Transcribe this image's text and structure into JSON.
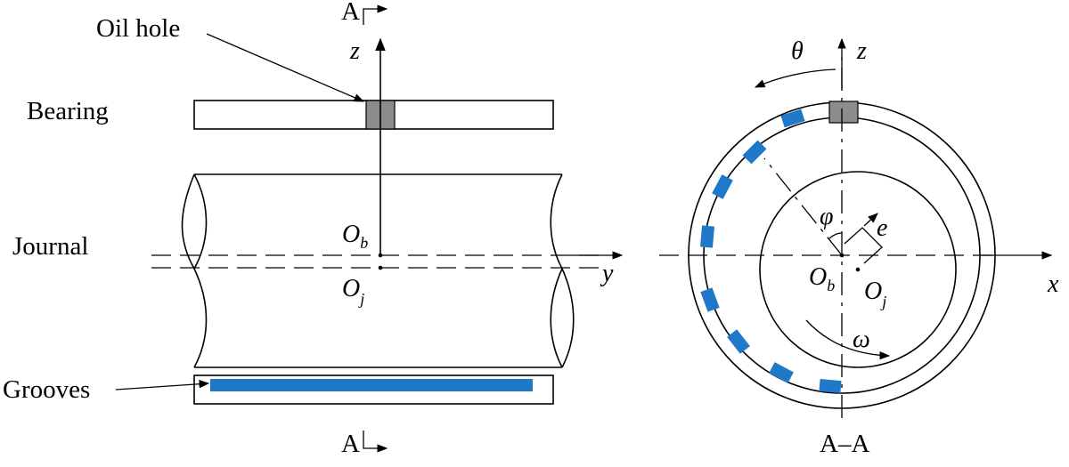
{
  "colors": {
    "groove": "#1f78c8",
    "oil_hole": "#8c8c8c",
    "lines": "#000000"
  },
  "left_view": {
    "section_marker_top": "A",
    "section_marker_bottom": "A",
    "oil_hole_label": "Oil hole",
    "bearing_label": "Bearing",
    "journal_label": "Journal",
    "grooves_label": "Grooves",
    "axis_z": "z",
    "axis_y": "y",
    "center_bearing": "O",
    "center_bearing_sub": "b",
    "center_journal": "O",
    "center_journal_sub": "j"
  },
  "right_view": {
    "section_title": "A–A",
    "axis_z": "z",
    "axis_x": "x",
    "theta": "θ",
    "phi": "φ",
    "eccentricity": "e",
    "omega": "ω",
    "center_bearing": "O",
    "center_bearing_sub": "b",
    "center_journal": "O",
    "center_journal_sub": "j"
  },
  "icons": {
    "arrow": "arrow-icon"
  }
}
